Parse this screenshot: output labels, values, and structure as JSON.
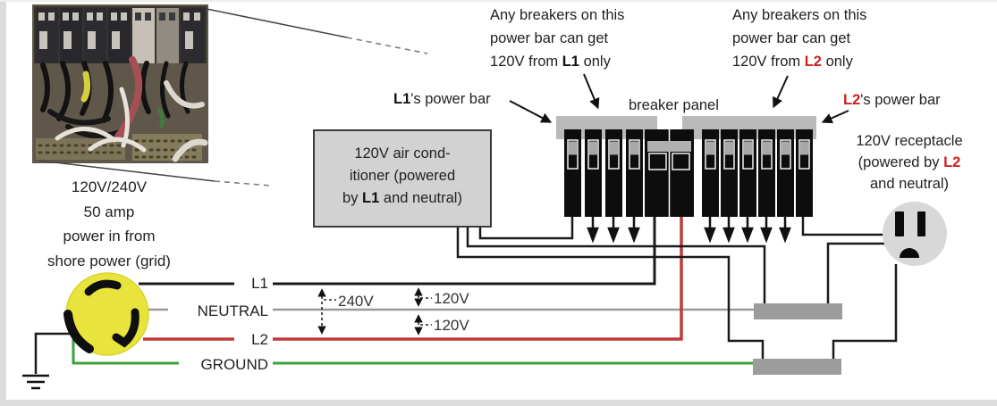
{
  "colors": {
    "accent_red": "#cc2222",
    "wire_red": "#bf3b3b",
    "wire_green": "#3fa03f",
    "wire_neutral": "#999999",
    "wire_black": "#1a1a1a",
    "plug_yellow": "#e9e43c",
    "bar_gray": "#b9b9b9",
    "bus_gray": "#9c9c9c",
    "box_gray": "#d2d2d2",
    "receptacle_gray": "#d8d8d8"
  },
  "source": {
    "caption_lines": [
      "120V/240V",
      "50 amp",
      "power in from",
      "shore power (grid)"
    ]
  },
  "wires": {
    "l1": "L1",
    "neutral": "NEUTRAL",
    "l2": "L2",
    "ground": "GROUND"
  },
  "voltages": {
    "l1_l2": "240V",
    "l1_neutral": "120V",
    "neutral_l2": "120V"
  },
  "annotations": {
    "left": {
      "line1": "Any breakers on this",
      "line2": "power bar can get",
      "line3_pre": "120V from ",
      "hot": "L1",
      "line3_post": " only"
    },
    "right": {
      "line1": "Any breakers on this",
      "line2": "power bar can get",
      "line3_pre": "120V from ",
      "hot": "L2",
      "line3_post": " only"
    }
  },
  "labels": {
    "l1_bar": {
      "hot": "L1",
      "rest": "'s power bar"
    },
    "l2_bar": {
      "hot": "L2",
      "rest": "'s power bar"
    },
    "breaker_panel": "breaker panel"
  },
  "ac_box": {
    "line1": "120V air cond-",
    "line2": "itioner (powered",
    "line3_pre": "by ",
    "hot": "L1",
    "line3_post": " and neutral)"
  },
  "receptacle": {
    "line1": "120V receptacle",
    "line2_pre": "(powered by ",
    "hot": "L2",
    "line3": "and neutral)"
  }
}
